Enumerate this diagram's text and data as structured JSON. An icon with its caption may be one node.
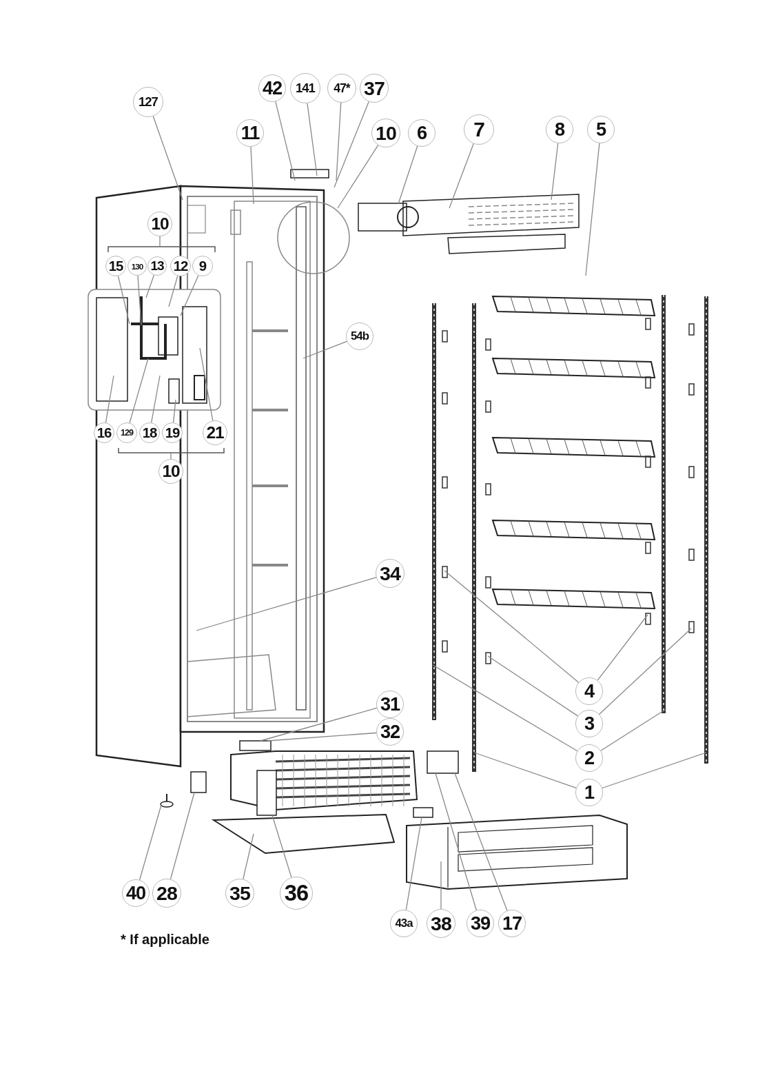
{
  "diagram": {
    "nodes": [
      {
        "text": [
          "127"
        ]
      },
      {
        "text": [
          "42"
        ]
      },
      {
        "text": [
          "141"
        ]
      },
      {
        "text": [
          "47*"
        ]
      },
      {
        "text": [
          "37"
        ]
      },
      {
        "text": [
          "11"
        ]
      },
      {
        "text": [
          "10"
        ]
      },
      {
        "text": [
          "6"
        ]
      },
      {
        "text": [
          "7"
        ]
      },
      {
        "text": [
          "8"
        ]
      },
      {
        "text": [
          "5"
        ]
      },
      {
        "text": [
          "10"
        ]
      },
      {
        "text": [
          "15"
        ]
      },
      {
        "text": [
          "130"
        ]
      },
      {
        "text": [
          "13"
        ]
      },
      {
        "text": [
          "12"
        ]
      },
      {
        "text": [
          "9"
        ]
      },
      {
        "text": [
          "16"
        ]
      },
      {
        "text": [
          "129"
        ]
      },
      {
        "text": [
          "18"
        ]
      },
      {
        "text": [
          "19"
        ]
      },
      {
        "text": [
          "21"
        ]
      },
      {
        "text": [
          "10"
        ]
      },
      {
        "text": [
          "54b"
        ]
      },
      {
        "text": [
          "34"
        ]
      },
      {
        "text": [
          "4"
        ]
      },
      {
        "text": [
          "3"
        ]
      },
      {
        "text": [
          "2"
        ]
      },
      {
        "text": [
          "1"
        ]
      },
      {
        "text": [
          "31"
        ]
      },
      {
        "text": [
          "32"
        ]
      },
      {
        "text": [
          "40"
        ]
      },
      {
        "text": [
          "28"
        ]
      },
      {
        "text": [
          "35"
        ]
      },
      {
        "text": [
          "36"
        ]
      },
      {
        "text": [
          "43a"
        ]
      },
      {
        "text": [
          "38"
        ]
      },
      {
        "text": [
          "39"
        ]
      },
      {
        "text": [
          "17"
        ]
      },
      {
        "text": [],
        "shape": "bracket"
      },
      {
        "text": [],
        "shape": "bracket"
      },
      {
        "text": [],
        "shape": "picture"
      },
      {
        "text": [],
        "shape": "box"
      },
      {
        "text": [],
        "shape": "picture"
      },
      {
        "text": [],
        "shape": "picture"
      },
      {
        "text": [],
        "shape": "box"
      },
      {
        "text": [],
        "shape": "picture"
      },
      {
        "text": [],
        "shape": "box"
      },
      {
        "text": [],
        "shape": "box"
      }
    ],
    "edges": [
      {
        "from": 0,
        "to": null,
        "arrow": "none"
      },
      {
        "from": 1,
        "to": null,
        "arrow": "none"
      },
      {
        "from": 2,
        "to": null,
        "arrow": "none"
      },
      {
        "from": 3,
        "to": null,
        "arrow": "none"
      },
      {
        "from": 4,
        "to": null,
        "arrow": "none"
      },
      {
        "from": 5,
        "to": null,
        "arrow": "none"
      },
      {
        "from": 6,
        "to": null,
        "arrow": "none"
      },
      {
        "from": 7,
        "to": null,
        "arrow": "none"
      },
      {
        "from": 8,
        "to": null,
        "arrow": "none"
      },
      {
        "from": 9,
        "to": null,
        "arrow": "none"
      },
      {
        "from": 10,
        "to": null,
        "arrow": "none"
      },
      {
        "from": 11,
        "to": 39,
        "arrow": "none"
      },
      {
        "from": 12,
        "to": null,
        "arrow": "none"
      },
      {
        "from": 13,
        "to": null,
        "arrow": "none"
      },
      {
        "from": 14,
        "to": null,
        "arrow": "none"
      },
      {
        "from": 15,
        "to": null,
        "arrow": "none"
      },
      {
        "from": 16,
        "to": null,
        "arrow": "none"
      },
      {
        "from": 17,
        "to": null,
        "arrow": "none"
      },
      {
        "from": 18,
        "to": null,
        "arrow": "none"
      },
      {
        "from": 19,
        "to": null,
        "arrow": "none"
      },
      {
        "from": 20,
        "to": null,
        "arrow": "none"
      },
      {
        "from": 21,
        "to": null,
        "arrow": "none"
      },
      {
        "from": 22,
        "to": 40,
        "arrow": "none"
      },
      {
        "from": 23,
        "to": null,
        "arrow": "none"
      },
      {
        "from": 24,
        "to": null,
        "arrow": "none"
      },
      {
        "from": 25,
        "to": null,
        "arrow": "none"
      },
      {
        "from": 25,
        "to": null,
        "arrow": "none"
      },
      {
        "from": 26,
        "to": null,
        "arrow": "none"
      },
      {
        "from": 26,
        "to": null,
        "arrow": "none"
      },
      {
        "from": 27,
        "to": null,
        "arrow": "none"
      },
      {
        "from": 27,
        "to": null,
        "arrow": "none"
      },
      {
        "from": 28,
        "to": null,
        "arrow": "none"
      },
      {
        "from": 28,
        "to": null,
        "arrow": "none"
      },
      {
        "from": 29,
        "to": 48,
        "arrow": "none"
      },
      {
        "from": 30,
        "to": 48,
        "arrow": "none"
      },
      {
        "from": 31,
        "to": 41,
        "arrow": "none"
      },
      {
        "from": 32,
        "to": 42,
        "arrow": "none"
      },
      {
        "from": 33,
        "to": 43,
        "arrow": "none"
      },
      {
        "from": 34,
        "to": 44,
        "arrow": "none"
      },
      {
        "from": 35,
        "to": 45,
        "arrow": "none"
      },
      {
        "from": 36,
        "to": 46,
        "arrow": "none"
      },
      {
        "from": 37,
        "to": 47,
        "arrow": "none"
      },
      {
        "from": 38,
        "to": 47,
        "arrow": "none"
      }
    ],
    "labels": [
      "* If applicable"
    ]
  }
}
